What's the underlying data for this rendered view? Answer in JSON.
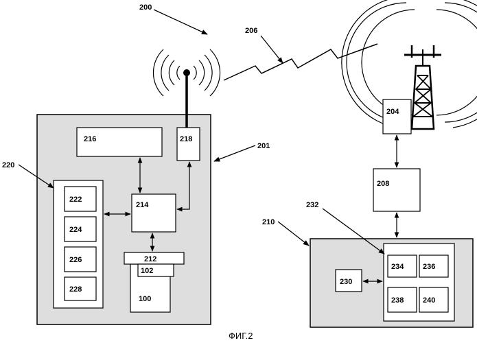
{
  "figure": {
    "caption": "ФИГ.2",
    "labels": {
      "system": "200",
      "device": "201",
      "cellular_tower": "204",
      "wireless_link": "206",
      "network_node": "208",
      "server_system": "210",
      "connector": "212",
      "processor": "214",
      "display": "216",
      "transceiver": "218",
      "memory_group": "220",
      "mem_222": "222",
      "mem_224": "224",
      "mem_226": "226",
      "mem_228": "228",
      "server_processor": "230",
      "server_memory_group": "232",
      "sm_234": "234",
      "sm_236": "236",
      "sm_238": "238",
      "sm_240": "240",
      "card": "100",
      "card_chip": "102"
    }
  },
  "colors": {
    "ink": "#000000",
    "device_fill": "#dedede",
    "box_fill": "#ffffff",
    "background": "#ffffff"
  },
  "icons": [
    "antenna-icon",
    "cell-tower-icon",
    "lightning-link-icon"
  ]
}
